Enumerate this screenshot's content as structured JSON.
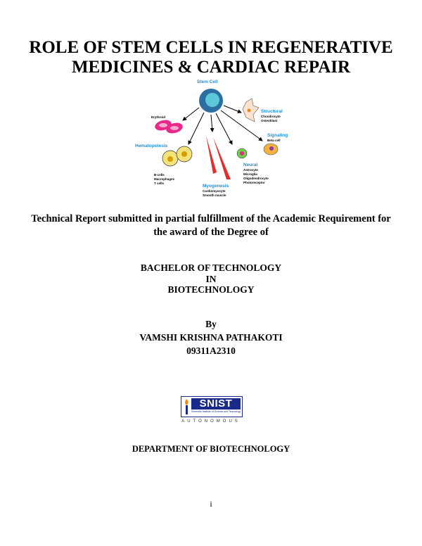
{
  "title": {
    "line1": "ROLE OF STEM CELLS IN REGENERATIVE",
    "line2": "MEDICINES & CARDIAC REPAIR"
  },
  "diagram": {
    "stem_cell": "Stem Cell",
    "erythroid": "Erythroid",
    "hematopoiesis": "Hematopoiesis",
    "hema_items": [
      "B-cells",
      "Macrophages",
      "T cells"
    ],
    "myogenesis": "Myogenesis",
    "myo_items": [
      "Cardiomyocyte",
      "Smooth muscle"
    ],
    "neural": "Neural",
    "neural_items": [
      "Astrocyte",
      "Microglia",
      "Oligodendrocyte",
      "Photoreceptor"
    ],
    "structural": "Structural",
    "structural_items": [
      "Chondrocyte",
      "Osteoblast"
    ],
    "signaling": "Signaling",
    "signaling_items": [
      "Beta cell"
    ],
    "label_color": "#1e8fd6"
  },
  "subtitle": {
    "line1": "Technical Report submitted in partial fulfillment of the Academic Requirement for",
    "line2": "the award of the Degree of"
  },
  "degree": {
    "line1": "BACHELOR OF TECHNOLOGY",
    "line2": "IN",
    "line3": "BIOTECHNOLOGY"
  },
  "author": {
    "by": "By",
    "name": "VAMSHI KRISHNA PATHAKOTI",
    "roll": "09311A2310"
  },
  "logo": {
    "name": "SNIST",
    "tagline": "Sreenidhi Institute of Science and Technology",
    "autonomous": "AUTONOMOUS"
  },
  "department": "DEPARTMENT OF BIOTECHNOLOGY",
  "page_number": "i"
}
